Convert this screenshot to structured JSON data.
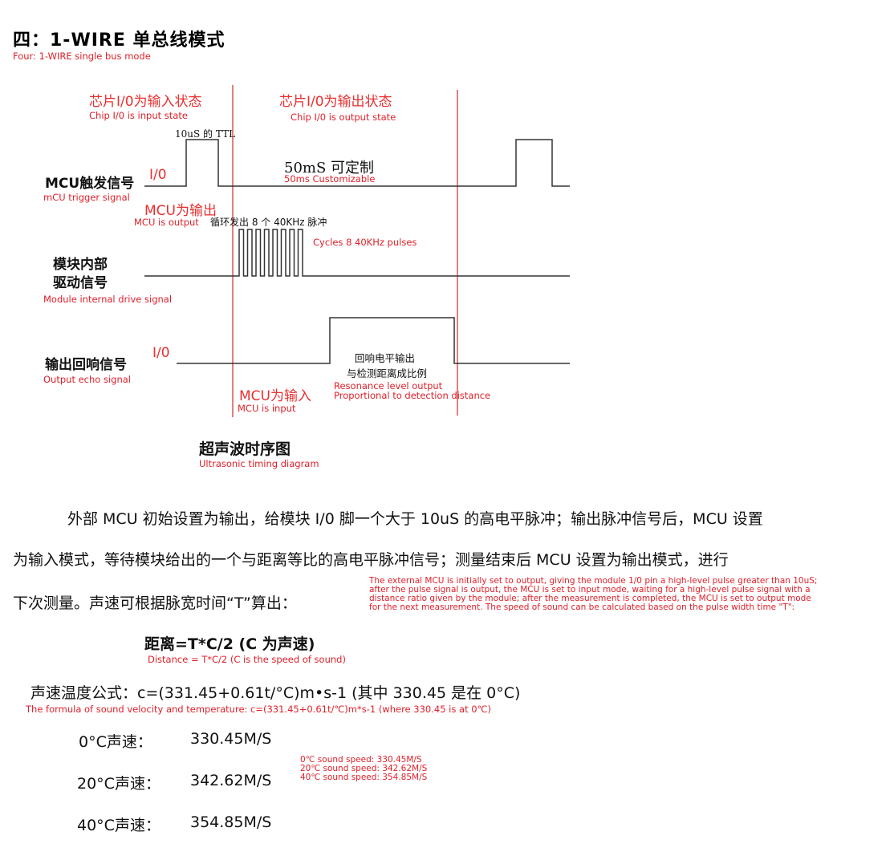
{
  "title": "四：1-WIRE 单总线模式",
  "title_tr": "Four: 1-WIRE single bus mode",
  "diagram": {
    "input_state": "芯片I/0为输入状态",
    "input_state_tr": "Chip I/0 is input state",
    "output_state": "芯片I/0为输出状态",
    "output_state_tr": "Chip I/0 is output state",
    "ttl_label": "10uS 的 TTL",
    "customizable": "50mS 可定制",
    "customizable_tr": "50ms Customizable",
    "io_label_1": "I/0",
    "io_label_2": "I/0",
    "mcu_trigger": "MCU触发信号",
    "mcu_trigger_tr": "mCU trigger signal",
    "mcu_output": "MCU为输出",
    "mcu_output_tr": "MCU is output",
    "cycles": "循环发出 8 个 40KHz 脉冲",
    "cycles_tr": "Cycles 8 40KHz pulses",
    "drive_line1": "模块内部",
    "drive_line2": "驱动信号",
    "drive_tr": "Module internal drive signal",
    "echo": "输出回响信号",
    "echo_tr": "Output echo signal",
    "echo_note_line1": "回响电平输出",
    "echo_note_line2": "与检测距离成比例",
    "echo_note_tr_line1": "Resonance level output",
    "echo_note_tr_line2": "Proportional to detection distance",
    "mcu_input": "MCU为输入",
    "mcu_input_tr": "MCU is input",
    "caption": "超声波时序图",
    "caption_tr": "Ultrasonic timing diagram"
  },
  "paragraph": {
    "line1": "外部 MCU 初始设置为输出，给模块 I/0 脚一个大于 10uS 的高电平脉冲；输出脉冲信号后，MCU 设置",
    "line2": "为输入模式，等待模块给出的一个与距离等比的高电平脉冲信号；测量结束后 MCU 设置为输出模式，进行",
    "line3": "下次测量。声速可根据脉宽时间“T”算出：",
    "tr_line1": "The external MCU is initially set to output, giving the module 1/0 pin a high-level pulse greater than 10uS;",
    "tr_line2": "after the pulse signal is output, the MCU is set to input mode, waiting for a high-level pulse signal with a",
    "tr_line3": "distance ratio given by the module; after the measurement is completed, the MCU is set to output mode",
    "tr_line4": "for the next measurement. The speed of sound can be calculated based on the pulse width time \"T\":"
  },
  "formula": {
    "distance": "距离=T*C/2   (C 为声速)",
    "distance_tr": "Distance = T*C/2 (C is the speed of sound)",
    "velocity": "声速温度公式：c=(331.45+0.61t/°C)m•s-1 (其中 330.45 是在 0°C)",
    "velocity_tr": "The formula of sound velocity and temperature: c=(331.45+0.61t/℃)m*s-1 (where 330.45 is at 0℃)"
  },
  "speeds": [
    {
      "label": "0°C声速：",
      "value": "330.45M/S"
    },
    {
      "label": "20°C声速：",
      "value": "342.62M/S"
    },
    {
      "label": "40°C声速：",
      "value": "354.85M/S"
    }
  ],
  "speeds_tr": [
    "0℃ sound speed: 330.45M/S",
    "20℃ sound speed: 342.62M/S",
    "40℃ sound speed: 354.85M/S"
  ],
  "colors": {
    "translation_red": "#e0202a",
    "marker_red": "#d62828",
    "signal": "#333333"
  }
}
